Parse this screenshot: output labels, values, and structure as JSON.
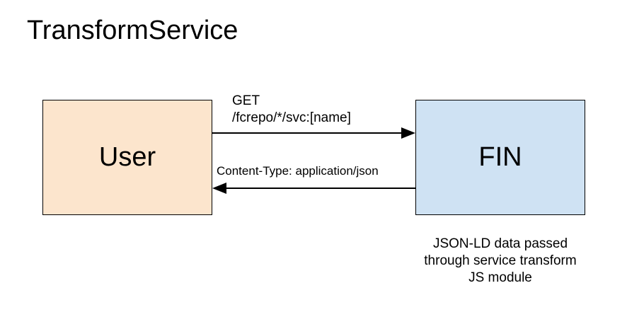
{
  "title": "TransformService",
  "nodes": {
    "user": {
      "label": "User",
      "color": "#fce5cd"
    },
    "fin": {
      "label": "FIN",
      "color": "#cfe2f3"
    }
  },
  "edges": {
    "request": {
      "from": "User",
      "to": "FIN",
      "label_line1": "GET",
      "label_line2": "/fcrepo/*/svc:[name]"
    },
    "response": {
      "from": "FIN",
      "to": "User",
      "label": "Content-Type: application/json"
    }
  },
  "note": {
    "lines": [
      "JSON-LD data passed",
      "through service transform",
      "JS module"
    ]
  }
}
